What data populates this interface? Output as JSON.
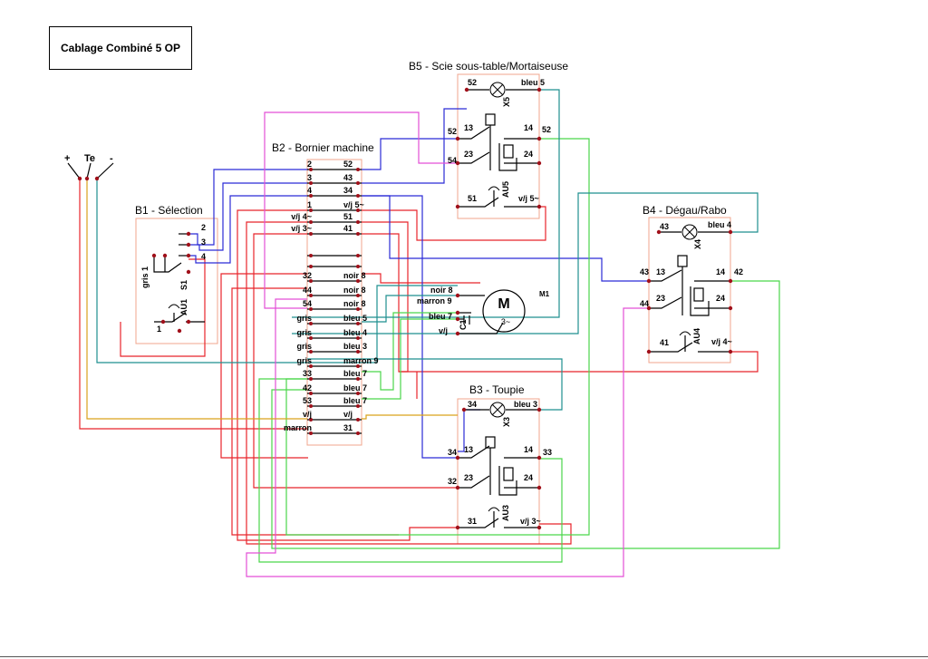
{
  "title": "Cablage Combiné 5 OP",
  "supply": {
    "plus": "+",
    "te": "Te",
    "minus": "-"
  },
  "blocks": {
    "b1": "B1 - Sélection",
    "b2": "B2 - Bornier machine",
    "b3": "B3 - Toupie",
    "b4": "B4 - Dégau/Rabo",
    "b5": "B5 - Scie sous-table/Mortaiseuse"
  },
  "motor": {
    "symbol": "M",
    "phase": "3~",
    "name": "M1"
  },
  "b1_labels": {
    "t2": "2",
    "t3": "3",
    "t4": "4",
    "gris1": "gris 1",
    "s1": "S1",
    "au1": "AU1",
    "t1": "1"
  },
  "b2_rows": [
    {
      "left": "2",
      "right": "52"
    },
    {
      "left": "3",
      "right": "43"
    },
    {
      "left": "4",
      "right": "34"
    },
    {
      "left": "1",
      "right": "v/j 5~"
    },
    {
      "left": "v/j 4~",
      "right": "51"
    },
    {
      "left": "v/j 3~",
      "right": "41"
    },
    {
      "left": "",
      "right": ""
    },
    {
      "left": "",
      "right": ""
    },
    {
      "left": "32",
      "right": "noir 8"
    },
    {
      "left": "44",
      "right": "noir 8"
    },
    {
      "left": "54",
      "right": "noir 8"
    },
    {
      "left": "gris",
      "right": "bleu 5"
    },
    {
      "left": "gris",
      "right": "bleu 4"
    },
    {
      "left": "gris",
      "right": "bleu 3"
    },
    {
      "left": "gris",
      "right": "marron 9"
    },
    {
      "left": "33",
      "right": "bleu 7"
    },
    {
      "left": "42",
      "right": "bleu 7"
    },
    {
      "left": "53",
      "right": "bleu 7"
    },
    {
      "left": "v/j",
      "right": "v/j"
    },
    {
      "left": "marron",
      "right": "31"
    }
  ],
  "motor_wires": {
    "noir8": "noir 8",
    "marron9": "marron 9",
    "bleu7": "bleu 7",
    "vj": "v/j",
    "c1": "C1"
  },
  "b5_labels": {
    "t52a": "52",
    "bleu5": "bleu 5",
    "x5": "X5",
    "t13": "13",
    "t14": "14",
    "t52l": "52",
    "t52r": "52",
    "t23": "23",
    "t24": "24",
    "t54": "54",
    "t51": "51",
    "au5": "AU5",
    "vj5": "v/j 5~"
  },
  "b4_labels": {
    "t43a": "43",
    "bleu4": "bleu 4",
    "x4": "X4",
    "t43l": "43",
    "t13": "13",
    "t14": "14",
    "t42": "42",
    "t23": "23",
    "t24": "24",
    "t44": "44",
    "t41": "41",
    "au4": "AU4",
    "vj4": "v/j 4~"
  },
  "b3_labels": {
    "t34a": "34",
    "bleu3": "bleu 3",
    "x3": "X3",
    "t34l": "34",
    "t13": "13",
    "t14": "14",
    "t33": "33",
    "t23": "23",
    "t24": "24",
    "t32": "32",
    "t31": "31",
    "au3": "AU3",
    "vj3": "v/j 3~"
  },
  "colors": {
    "red": "#e8242b",
    "blue": "#2b2bd6",
    "green": "#4bd64b",
    "teal": "#1f8f8f",
    "magenta": "#e34fd6",
    "orange": "#d9a21b",
    "salmon": "#f0a58c",
    "terminal": "#a0101a"
  }
}
